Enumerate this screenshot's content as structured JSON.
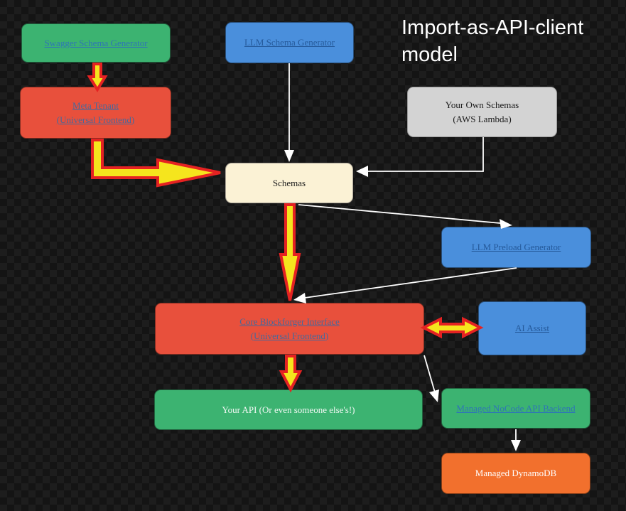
{
  "title": {
    "text": "Import-as-API-client model",
    "line1": "Import-as-API-client",
    "line2": "model"
  },
  "nodes": [
    {
      "id": "swagger-schema-generator",
      "lines": [
        "Swagger Schema Generator"
      ],
      "bg": "#3cb371",
      "is_link": true,
      "link_color": "#2e75b6",
      "text_color": "#2e75b6"
    },
    {
      "id": "llm-schema-generator",
      "lines": [
        "LLM Schema Generator"
      ],
      "bg": "#4a8fdc",
      "is_link": true,
      "link_color": "#255a9b",
      "text_color": "#255a9b"
    },
    {
      "id": "your-own-schemas",
      "lines": [
        "Your Own Schemas",
        "(AWS Lambda)"
      ],
      "bg": "#d3d3d3",
      "is_link": false,
      "link_color": "",
      "text_color": "#1a1a1a"
    },
    {
      "id": "meta-tenant",
      "lines": [
        "Meta Tenant",
        "(Universal Frontend)"
      ],
      "bg": "#e8503c",
      "is_link": true,
      "link_color": "#45699c",
      "text_color": "#45699c"
    },
    {
      "id": "schemas",
      "lines": [
        "Schemas"
      ],
      "bg": "#fbf2d5",
      "is_link": false,
      "link_color": "",
      "text_color": "#1a1a1a"
    },
    {
      "id": "llm-preload-generator",
      "lines": [
        "LLM Preload Generator"
      ],
      "bg": "#4a8fdc",
      "is_link": true,
      "link_color": "#255a9b",
      "text_color": "#255a9b"
    },
    {
      "id": "core-blockforger-interface",
      "lines": [
        "Core Blockforger Interface",
        "(Universal Frontend)"
      ],
      "bg": "#e8503c",
      "is_link": true,
      "link_color": "#45699c",
      "text_color": "#45699c"
    },
    {
      "id": "ai-assist",
      "lines": [
        "AI Assist"
      ],
      "bg": "#4a8fdc",
      "is_link": true,
      "link_color": "#255a9b",
      "text_color": "#255a9b"
    },
    {
      "id": "your-api",
      "lines": [
        "Your API (Or even someone else's!)"
      ],
      "bg": "#3cb371",
      "is_link": false,
      "link_color": "",
      "text_color": "#f2f8f4"
    },
    {
      "id": "managed-nocode-api-backend",
      "lines": [
        "Managed NoCode API Backend"
      ],
      "bg": "#3cb371",
      "is_link": true,
      "link_color": "#2e75b6",
      "text_color": "#2e75b6"
    },
    {
      "id": "managed-dynamodb",
      "lines": [
        "Managed DynamoDB"
      ],
      "bg": "#f2702d",
      "is_link": false,
      "link_color": "",
      "text_color": "#ffffff"
    }
  ],
  "edges": [
    {
      "from": "swagger-schema-generator",
      "to": "meta-tenant",
      "style": "highlight"
    },
    {
      "from": "meta-tenant",
      "to": "schemas",
      "style": "highlight"
    },
    {
      "from": "llm-schema-generator",
      "to": "schemas",
      "style": "plain"
    },
    {
      "from": "your-own-schemas",
      "to": "schemas",
      "style": "plain"
    },
    {
      "from": "schemas",
      "to": "llm-preload-generator",
      "style": "plain"
    },
    {
      "from": "schemas",
      "to": "core-blockforger-interface",
      "style": "highlight"
    },
    {
      "from": "llm-preload-generator",
      "to": "core-blockforger-interface",
      "style": "plain"
    },
    {
      "from": "core-blockforger-interface",
      "to": "ai-assist",
      "style": "highlight-bidirectional"
    },
    {
      "from": "core-blockforger-interface",
      "to": "your-api",
      "style": "highlight"
    },
    {
      "from": "core-blockforger-interface",
      "to": "managed-nocode-api-backend",
      "style": "plain"
    },
    {
      "from": "managed-nocode-api-backend",
      "to": "managed-dynamodb",
      "style": "plain"
    }
  ],
  "colors": {
    "background_dark": "#141414",
    "background_check": "#1d1d1d",
    "edge": "#ffffff",
    "highlight_arrow_fill": "#f5e51d",
    "highlight_arrow_outline": "#e52222",
    "title_text": "#ffffff"
  }
}
